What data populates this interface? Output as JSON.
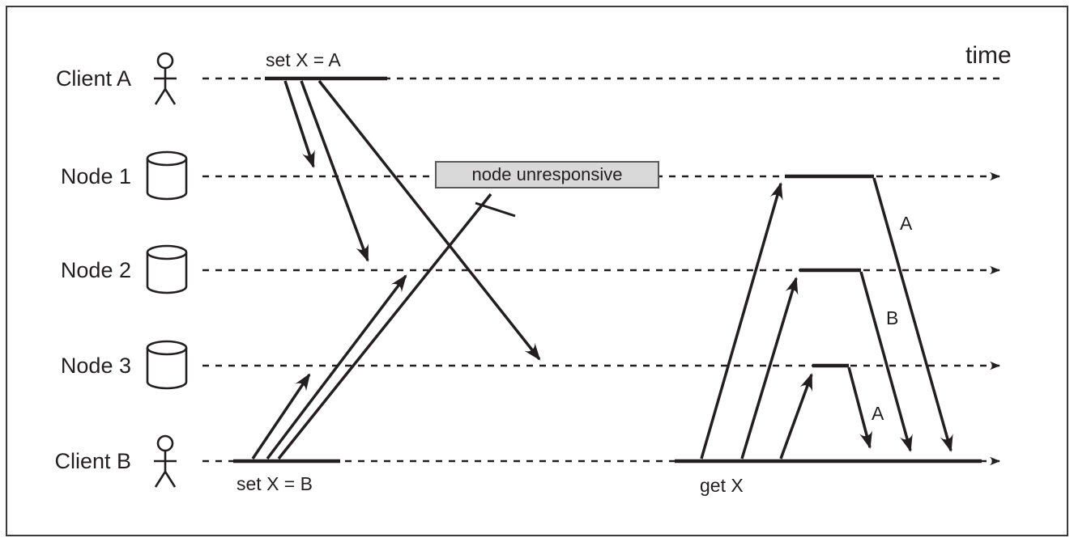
{
  "diagram": {
    "time_axis_label": "time",
    "lanes": [
      {
        "id": "client-a",
        "label": "Client A",
        "icon": "person"
      },
      {
        "id": "node-1",
        "label": "Node 1",
        "icon": "database"
      },
      {
        "id": "node-2",
        "label": "Node 2",
        "icon": "database"
      },
      {
        "id": "node-3",
        "label": "Node 3",
        "icon": "database"
      },
      {
        "id": "client-b",
        "label": "Client B",
        "icon": "person"
      }
    ],
    "operations": {
      "set_a": "set X = A",
      "set_b": "set X = B",
      "get_x": "get X"
    },
    "annotations": {
      "node_unresponsive": "node unresponsive"
    },
    "responses": [
      {
        "from": "node-1",
        "label": "A"
      },
      {
        "from": "node-2",
        "label": "B"
      },
      {
        "from": "node-3",
        "label": "A"
      }
    ],
    "colors": {
      "ink": "#231f20",
      "note_fill": "#d9d9d9",
      "note_border": "#58595b",
      "background": "#ffffff"
    }
  }
}
